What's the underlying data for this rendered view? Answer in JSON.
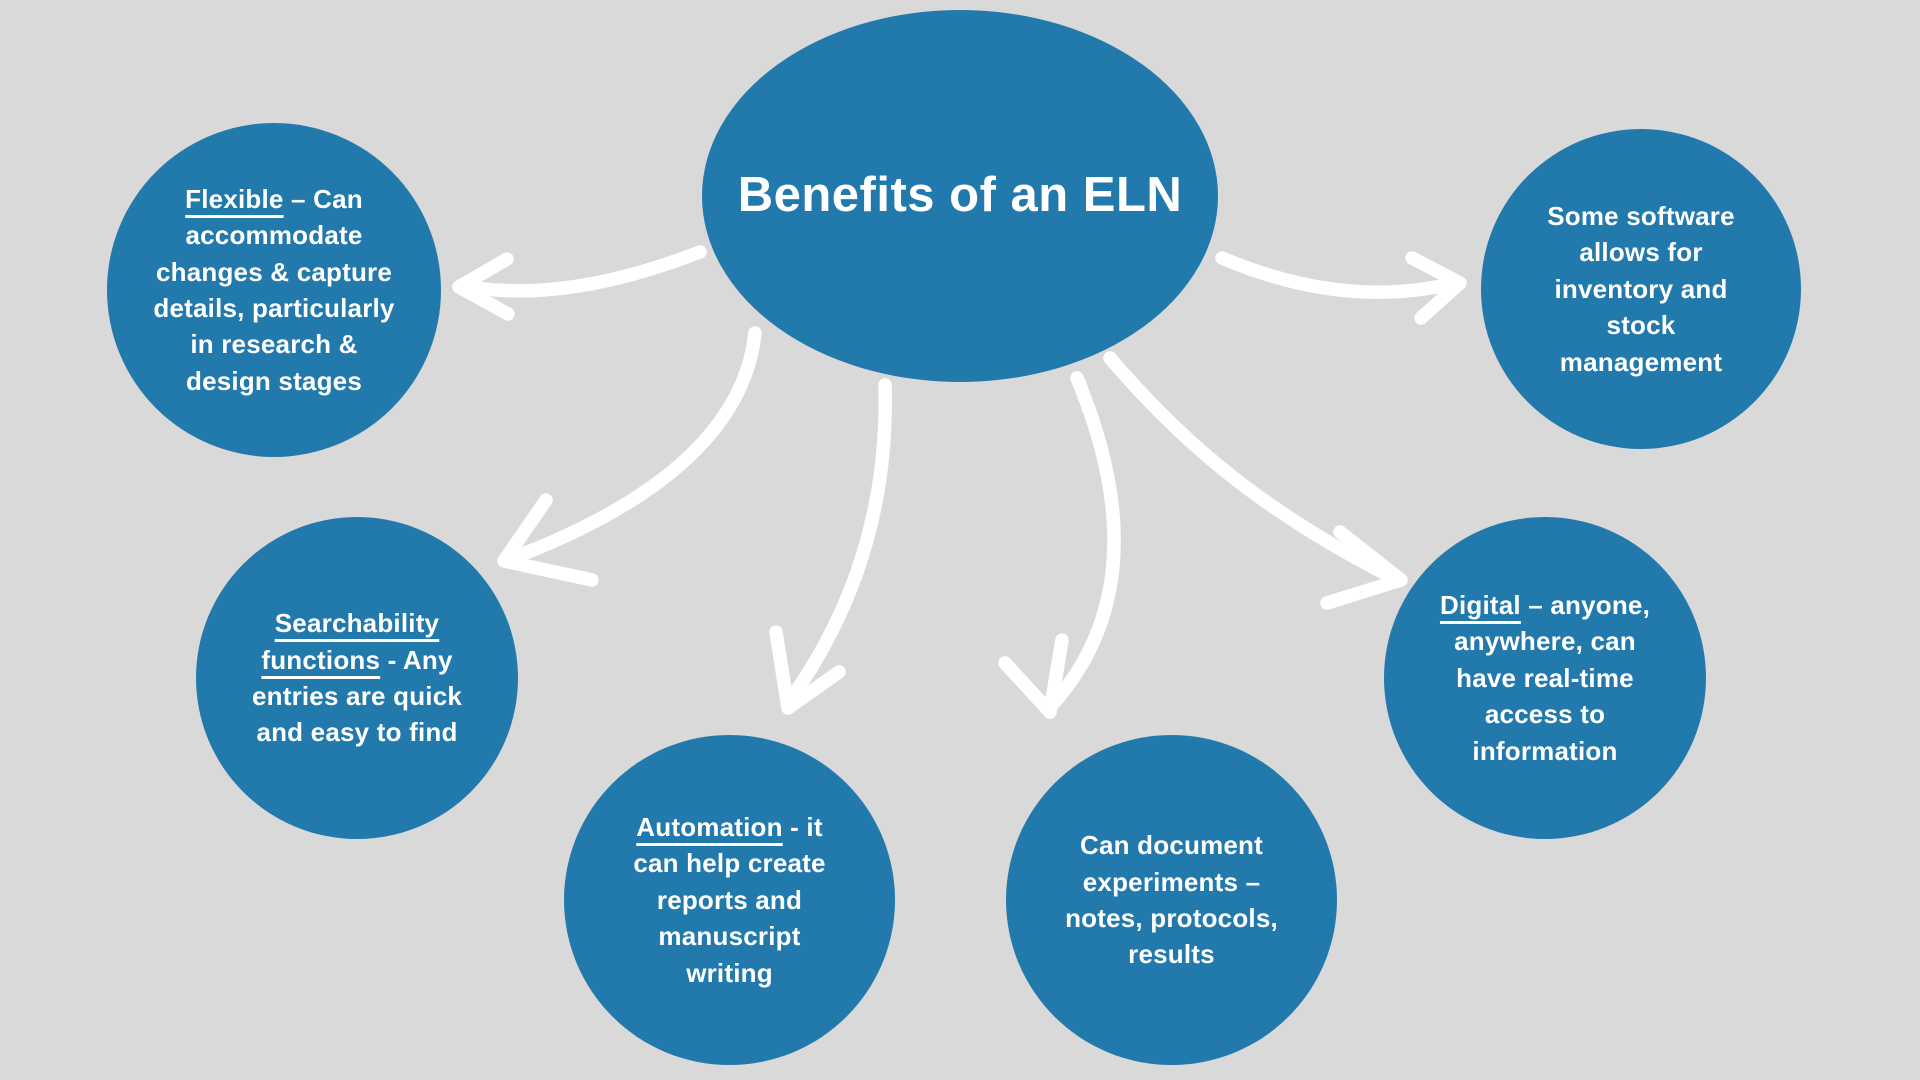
{
  "title": "Benefits of an ELN",
  "colors": {
    "background": "#D9D9D9",
    "node_fill": "#2179AC",
    "node_text": "#FFFFFF",
    "arrow": "#FFFFFF"
  },
  "nodes": {
    "flexible": {
      "lead": "Flexible",
      "rest": " – Can\naccommodate\nchanges & capture\ndetails, particularly\nin research &\ndesign stages"
    },
    "software": {
      "lead": "",
      "rest": "Some software\nallows for\ninventory and\nstock\nmanagement"
    },
    "searchability": {
      "lead": "Searchability\nfunctions",
      "rest": " - Any\nentries are quick\nand easy to find"
    },
    "automation": {
      "lead": "Automation",
      "rest": " - it\ncan help create\nreports and\nmanuscript\nwriting"
    },
    "document": {
      "lead": "",
      "rest": "Can document\nexperiments –\nnotes, protocols,\nresults"
    },
    "digital": {
      "lead": "Digital",
      "rest": " – anyone,\nanywhere, can\nhave real-time\naccess to\ninformation"
    }
  }
}
